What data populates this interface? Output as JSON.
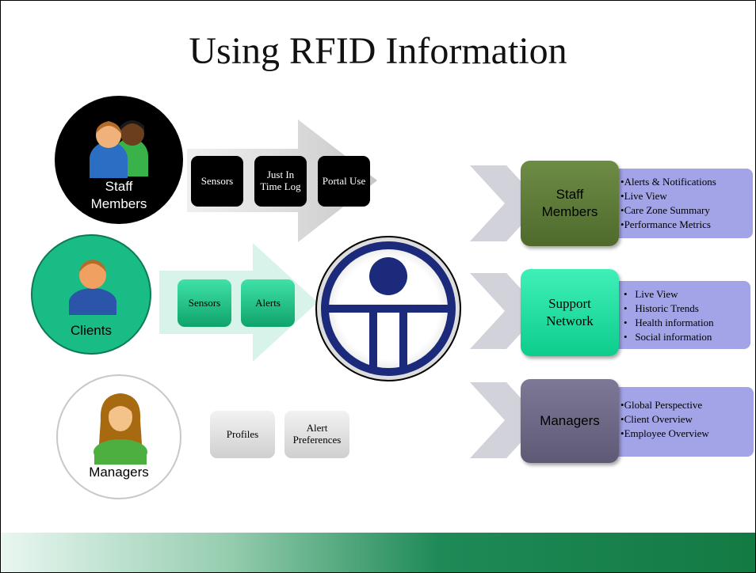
{
  "title": "Using RFID Information",
  "sources": {
    "staff": {
      "label_line1": "Staff",
      "label_line2": "Members",
      "items": [
        "Sensors",
        "Just In Time Log",
        "Portal Use"
      ]
    },
    "clients": {
      "label": "Clients",
      "items": [
        "Sensors",
        "Alerts"
      ]
    },
    "managers": {
      "label": "Managers",
      "items": [
        "Profiles",
        "Alert Preferences"
      ]
    }
  },
  "outputs": {
    "staff": {
      "label_line1": "Staff",
      "label_line2": "Members",
      "bullets": [
        "Alerts & Notifications",
        "Live View",
        "Care Zone Summary",
        "Performance Metrics"
      ]
    },
    "support": {
      "label_line1": "Support",
      "label_line2": "Network",
      "bullets": [
        "Live View",
        "Historic Trends",
        "Health information",
        "Social information"
      ]
    },
    "managers": {
      "label": "Managers",
      "bullets": [
        "Global Perspective",
        "Client Overview",
        "Employee Overview"
      ]
    }
  },
  "colors": {
    "staff_circle": "#000000",
    "clients_circle": "#1abc86",
    "managers_circle": "#ffffff",
    "logo_blue": "#1b2a7a",
    "staff_output": "#5d7a3a",
    "support_output": "#14e0a0",
    "managers_output": "#6e6a86",
    "bullet_panel": "#a3a3e8"
  },
  "icons": [
    "people-icon",
    "person-icon",
    "woman-icon",
    "logo-icon",
    "chevron-icon"
  ]
}
